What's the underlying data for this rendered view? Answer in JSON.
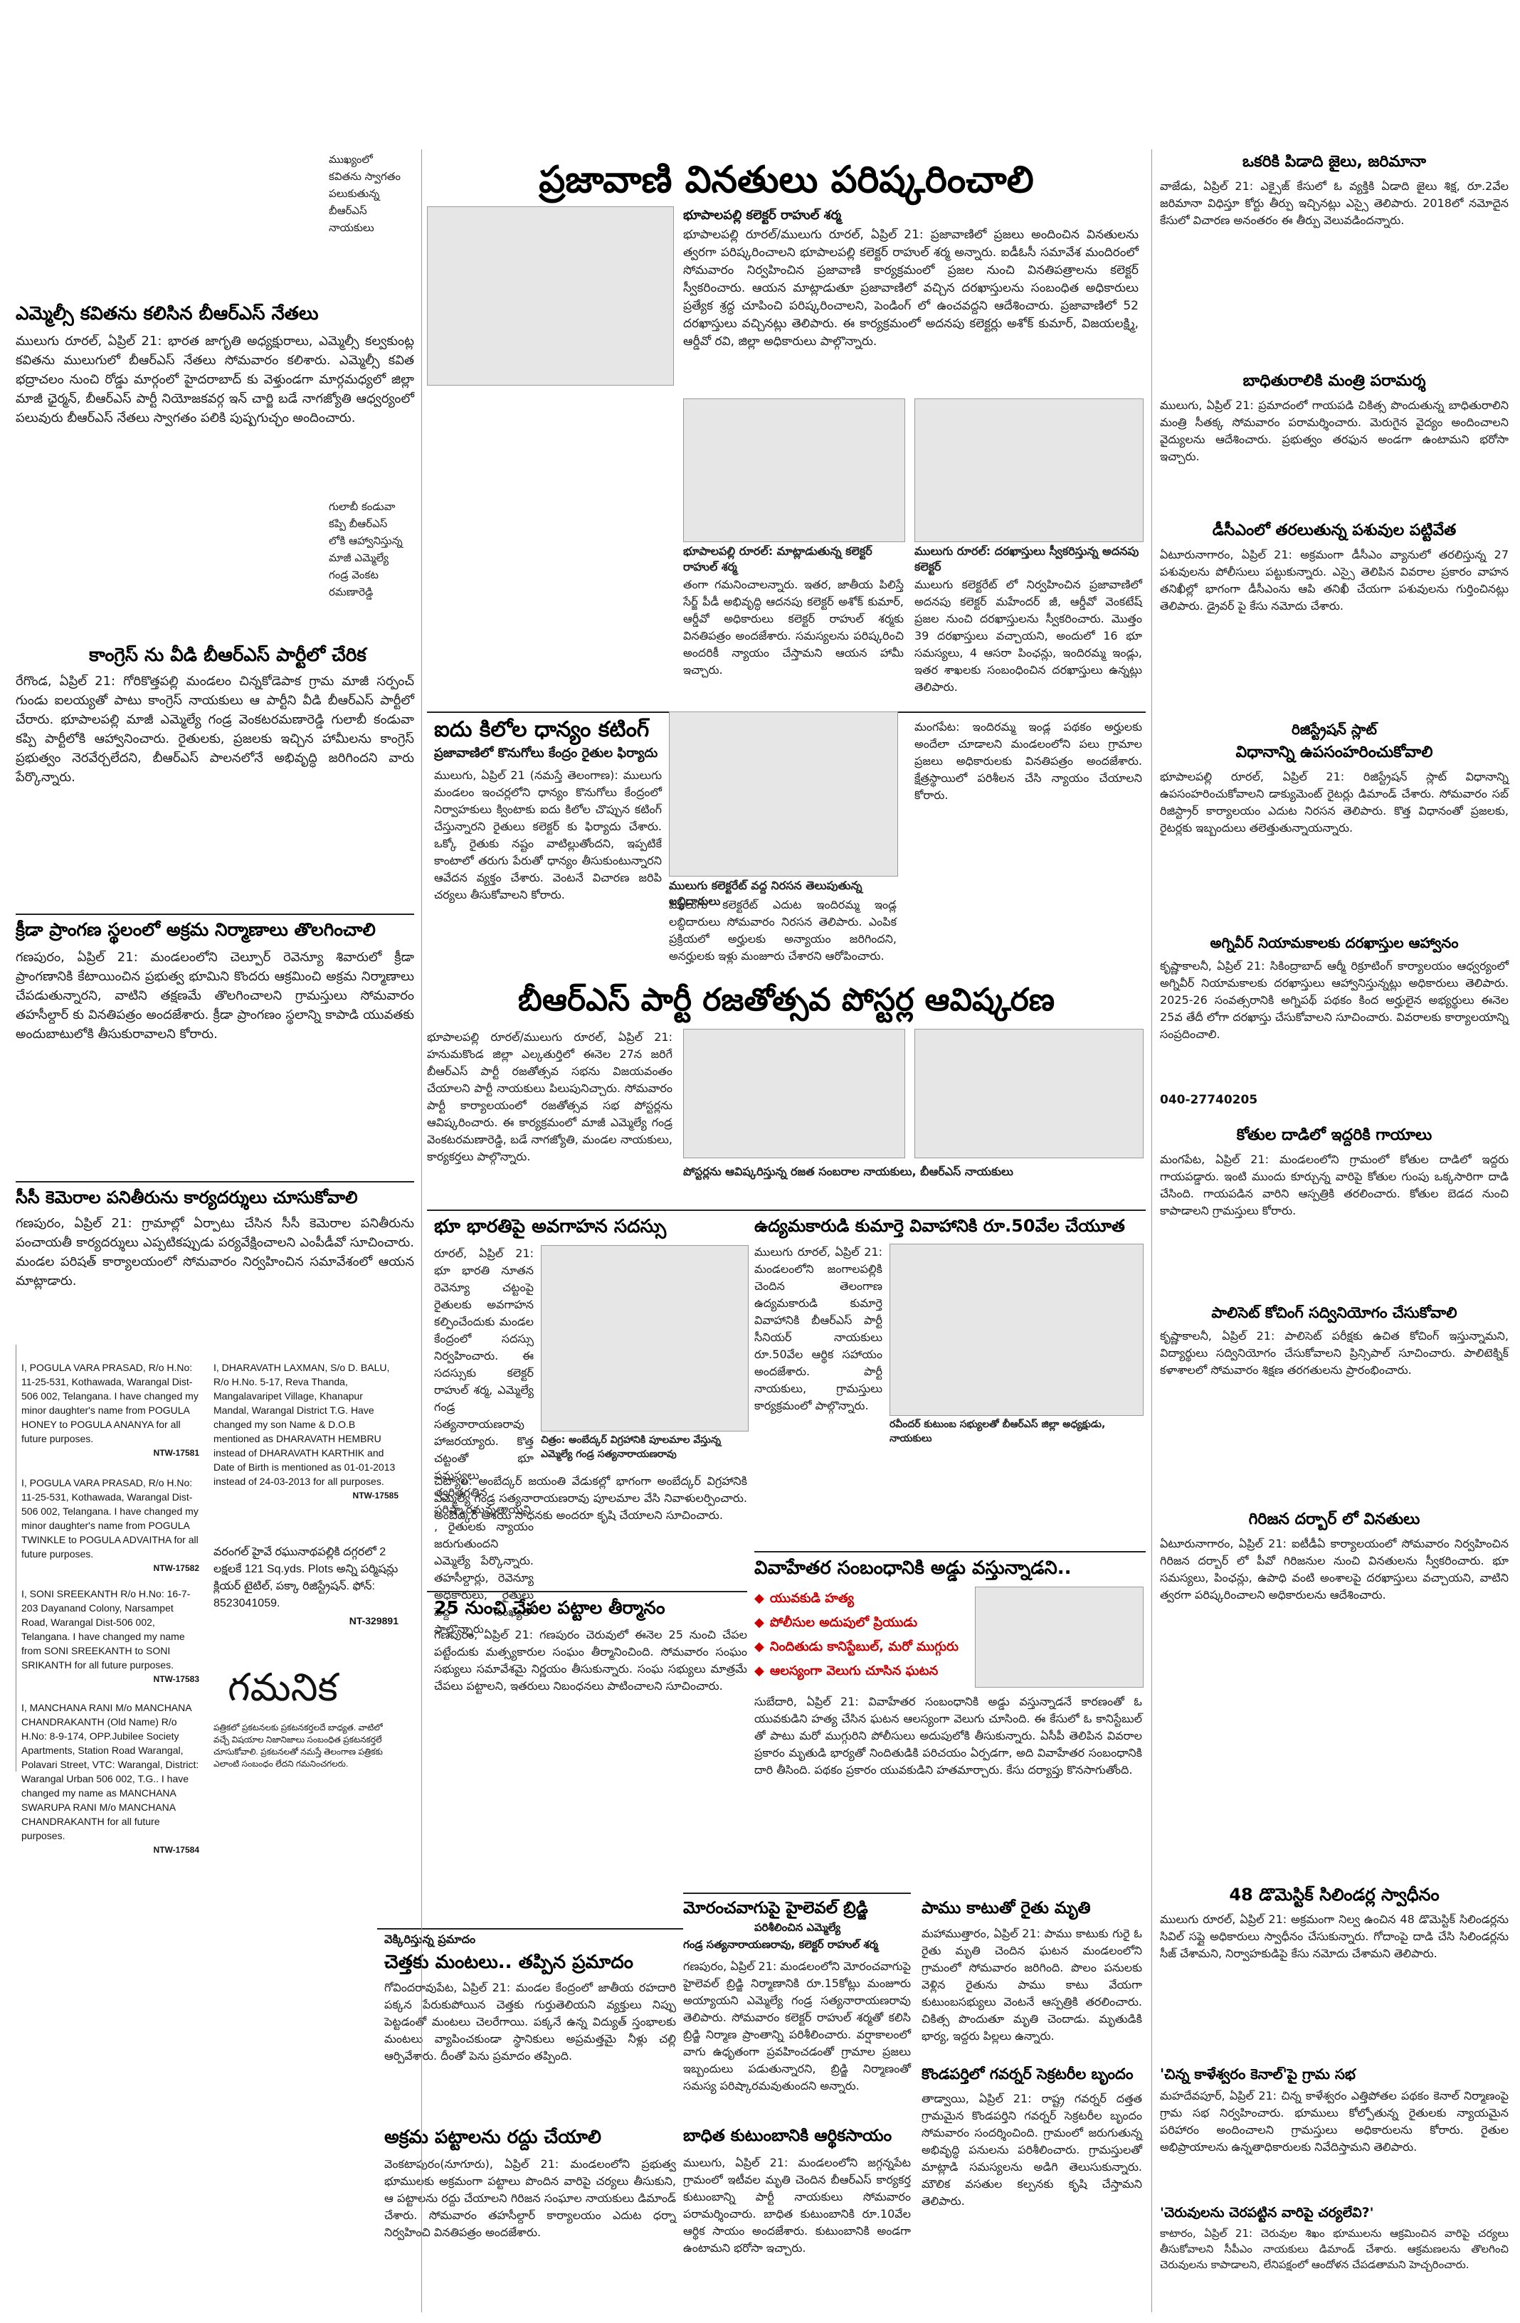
{
  "left_column": {
    "kavitha_note": "ముఖ్యంలో కవితను స్వాగతం పలుకుతున్న బీఆర్ఎస్ నాయకులు",
    "kavitha_headline": "ఎమ్మెల్సీ కవితను కలిసిన బీఆర్ఎస్ నేతలు",
    "kavitha_body": "ములుగు రూరల్, ఏప్రిల్ 21: భారత జాగృతి అధ్యక్షురాలు, ఎమ్మెల్సీ కల్వకుంట్ల కవితను ములుగులో బీఆర్ఎస్ నేతలు సోమవారం కలిశారు. ఎమ్మెల్సీ కవిత భద్రాచలం నుంచి రోడ్డు మార్గంలో హైదరాబాద్ కు వెళ్తుండగా మార్గమధ్యలో జిల్లా మాజీ ఛైర్మన్, బీఆర్ఎస్ పార్టీ నియోజకవర్గ ఇన్ చార్జి బడే నాగజ్యోతి ఆధ్వర్యంలో పలువురు బీఆర్ఎస్ నేతలు స్వాగతం పలికి పుష్పగుచ్ఛం అందించారు.",
    "gulabi_note": "గులాబీ కండువా కప్పి బీఆర్ఎస్ లోకి ఆహ్వానిస్తున్న మాజీ ఎమ్మెల్యే గండ్ర వెంకట రమణారెడ్డి",
    "congress_headline": "కాంగ్రెస్ ను వీడి బీఆర్ఎస్ పార్టీలో చేరిక",
    "congress_body": "రేగొండ, ఏప్రిల్ 21: గోరికొత్తపల్లి మండలం చిన్నకోడెపాక గ్రామ మాజీ సర్పంచ్ గుండు ఐలయ్యతో పాటు కాంగ్రెస్ నాయకులు ఆ పార్టీని వీడి బీఆర్ఎస్ పార్టీలో చేరారు. భూపాలపల్లి మాజీ ఎమ్మెల్యే గండ్ర వెంకటరమణారెడ్డి గులాబీ కండువా కప్పి పార్టీలోకి ఆహ్వానించారు. రైతులకు, ప్రజలకు ఇచ్చిన హామీలను కాంగ్రెస్ ప్రభుత్వం నెరవేర్చలేదని, బీఆర్ఎస్ పాలనలోనే అభివృద్ధి జరిగిందని వారు పేర్కొన్నారు.",
    "krida_headline": "క్రీడా ప్రాంగణ స్థలంలో అక్రమ నిర్మాణాలు తొలగించాలి",
    "krida_body": "గణపురం, ఏప్రిల్ 21: మండలంలోని చెల్పూర్ రెవెన్యూ శివారులో క్రీడా ప్రాంగణానికి కేటాయించిన ప్రభుత్వ భూమిని కొందరు ఆక్రమించి అక్రమ నిర్మాణాలు చేపడుతున్నారని, వాటిని తక్షణమే తొలగించాలని గ్రామస్తులు సోమవారం తహసీల్దార్ కు వినతిపత్రం అందజేశారు. క్రీడా ప్రాంగణం స్థలాన్ని కాపాడి యువతకు అందుబాటులోకి తీసుకురావాలని కోరారు.",
    "cctv_headline": "సీసీ కెమెరాల పనితీరును కార్యదర్శులు చూసుకోవాలి",
    "cctv_body": "గణపురం, ఏప్రిల్ 21: గ్రామాల్లో ఏర్పాటు చేసిన సీసీ కెమెరాల పనితీరును పంచాయతీ కార్యదర్శులు ఎప్పటికప్పుడు పర్యవేక్షించాలని ఎంపీడీవో సూచించారు. మండల పరిషత్ కార్యాలయంలో సోమవారం నిర్వహించిన సమావేశంలో ఆయన మాట్లాడారు."
  },
  "ads": [
    {
      "text": "I, POGULA VARA PRASAD, R/o H.No: 11-25-531, Kothawada, Warangal Dist-506 002, Telangana. I have changed my minor daughter's name from POGULA HONEY to POGULA ANANYA for all future purposes.",
      "tag": "NTW-17581"
    },
    {
      "text": "I, POGULA VARA PRASAD, R/o H.No: 11-25-531, Kothawada, Warangal Dist-506 002, Telangana. I have changed my minor daughter's name from POGULA TWINKLE to POGULA ADVAITHA for all future purposes.",
      "tag": "NTW-17582"
    },
    {
      "text": "I, SONI SREEKANTH R/o H.No: 16-7-203 Dayanand Colony, Narsampet Road, Warangal Dist-506 002, Telangana. I have changed my name from SONI SREEKANTH to SONI SRIKANTH for all future purposes.",
      "tag": "NTW-17583"
    },
    {
      "text": "I, MANCHANA RANI M/o MANCHANA CHANDRAKANTH (Old Name) R/o H.No: 8-9-174, OPP.Jubilee Society Apartments, Station Road Warangal, Polavari Street, VTC: Warangal, District: Warangal Urban 506 002, T.G.. I have changed my name as MANCHANA SWARUPA RANI M/o MANCHANA CHANDRAKANTH for all future purposes.",
      "tag": "NTW-17584"
    },
    {
      "text": "I, DHARAVATH LAXMAN, S/o D. BALU, R/o H.No. 5-17, Reva Thanda, Mangalavaripet Village, Khanapur Mandal, Warangal District T.G. Have changed my son Name & D.O.B mentioned as DHARAVATH HEMBRU instead of DHARAVATH KARTHIK and Date of Birth is mentioned as 01-01-2013 instead of 24-03-2013 for all purposes.",
      "tag": "NTW-17585"
    },
    {
      "text": "వరంగల్ హైవే రఘునాథపల్లికి దగ్గరలో 2 లక్షలకే 121 Sq.yds. Plots అన్ని పర్మిషన్లు క్లియర్ టైటిల్, పక్కా రిజిస్ట్రేషన్. ఫోన్: 8523041059.",
      "tag": "NT-329891"
    }
  ],
  "gamanika": {
    "title": "గమనిక",
    "body": "పత్రికలో ప్రకటనలకు ప్రకటనకర్తలదే బాధ్యత. వాటిలో వచ్చే విషయాల నిజానిజాలు సంబంధిత ప్రకటనకర్తలే చూసుకోవాలి. ప్రకటనలతో నమస్తే తెలంగాణ పత్రికకు ఎలాంటి సంబంధం లేదని గమనించగలరు."
  },
  "masthead": {
    "headline": "ప్రజావాణి వినతులు పరిష్కరించాలి",
    "byline": "భూపాలపల్లి కలెక్టర్ రాహుల్ శర్మ",
    "body": "భూపాలపల్లి రూరల్/ములుగు రూరల్, ఏప్రిల్ 21: ప్రజావాణిలో ప్రజలు అందించిన వినతులను త్వరగా పరిష్కరించాలని భూపాలపల్లి కలెక్టర్ రాహుల్ శర్మ అన్నారు. ఐడీఓసీ సమావేశ మందిరంలో సోమవారం నిర్వహించిన ప్రజావాణి కార్యక్రమంలో ప్రజల నుంచి వినతిపత్రాలను కలెక్టర్ స్వీకరించారు. ఆయన మాట్లాడుతూ ప్రజావాణిలో వచ్చిన దరఖాస్తులను సంబంధిత అధికారులు ప్రత్యేక శ్రద్ధ చూపించి పరిష్కరించాలని, పెండింగ్ లో ఉంచవద్దని ఆదేశించారు. ప్రజావాణిలో 52 దరఖాస్తులు వచ్చినట్లు తెలిపారు. ఈ కార్యక్రమంలో అదనపు కలెక్టర్లు అశోక్ కుమార్, విజయలక్ష్మి, ఆర్డీవో రవి, జిల్లా అధికారులు పాల్గొన్నారు.",
    "photo1_cap": "భూపాలపల్లి రూరల్: మాట్లాడుతున్న కలెక్టర్ రాహుల్ శర్మ",
    "photo1_body": "తంగా గమనించాలన్నారు. ఇతర, జాతీయ పిలిస్తే సేర్జ్ పీడీ అభివృద్ధి ఆదనపు కలెక్టర్ అశోక్ కుమార్, ఆర్డీవో అధికారులు కలెక్టర్ రాహుల్ శర్మకు వినతిపత్రం అందజేశారు. సమస్యలను పరిష్కరించి అందరికీ న్యాయం చేస్తామని ఆయన హామీ ఇచ్చారు.",
    "photo2_cap": "ములుగు రూరల్: దరఖాస్తులు స్వీకరిస్తున్న అదనపు కలెక్టర్",
    "photo2_body": "ములుగు కలెక్టరేట్ లో నిర్వహించిన ప్రజావాణిలో అదనపు కలెక్టర్ మహేందర్ జీ, ఆర్డీవో వెంకటేష్ ప్రజల నుంచి దరఖాస్తులను స్వీకరించారు. మొత్తం 39 దరఖాస్తులు వచ్చాయని, అందులో 16 భూ సమస్యలు, 4 ఆసరా పింఛన్లు, ఇందిరమ్మ ఇండ్లు, ఇతర శాఖలకు సంబంధించిన దరఖాస్తులు ఉన్నట్లు తెలిపారు."
  },
  "grain": {
    "headline": "ఐదు కిలోల ధాన్యం కటింగ్",
    "subhead": "ప్రజావాణిలో కొనుగోలు కేంద్రం రైతుల ఫిర్యాదు",
    "body": "ములుగు, ఏప్రిల్ 21 (నమస్తే తెలంగాణ): ములుగు మండలం ఇంచర్లలోని ధాన్యం కొనుగోలు కేంద్రంలో నిర్వాహకులు క్వింటాకు ఐదు కిలోల చొప్పున కటింగ్ చేస్తున్నారని రైతులు కలెక్టర్ కు ఫిర్యాదు చేశారు. ఒక్కో రైతుకు నష్టం వాటిల్లుతోందని, ఇప్పటికే కాంటాలో తరుగు పేరుతో ధాన్యం తీసుకుంటున్నారని ఆవేదన వ్యక్తం చేశారు. వెంటనే విచారణ జరిపి చర్యలు తీసుకోవాలని కోరారు.",
    "photo_cap": "ములుగు కలెక్టరేట్ వద్ద నిరసన తెలుపుతున్న లబ్ధిదారులు",
    "photo_body": "ములుగు కలెక్టరేట్ ఎదుట ఇందిరమ్మ ఇండ్ల లబ్ధిదారులు సోమవారం నిరసన తెలిపారు. ఎంపిక ప్రక్రియలో అర్హులకు అన్యాయం జరిగిందని, అనర్హులకు ఇళ్లు మంజూరు చేశారని ఆరోపించారు.",
    "indiramma_body": "మంగపేట: ఇందిరమ్మ ఇండ్ల పథకం అర్హులకు అందేలా చూడాలని మండలంలోని పలు గ్రామాల ప్రజలు అధికారులకు వినతిపత్రం అందజేశారు. క్షేత్రస్థాయిలో పరిశీలన చేసి న్యాయం చేయాలని కోరారు."
  },
  "poster": {
    "headline": "బీఆర్ఎస్ పార్టీ రజతోత్సవ పోస్టర్ల ఆవిష్కరణ",
    "body": "భూపాలపల్లి రూరల్/ములుగు రూరల్, ఏప్రిల్ 21: హనుమకొండ జిల్లా ఎల్కతుర్తిలో ఈనెల 27న జరిగే బీఆర్ఎస్ పార్టీ రజతోత్సవ సభను విజయవంతం చేయాలని పార్టీ నాయకులు పిలుపునిచ్చారు. సోమవారం పార్టీ కార్యాలయంలో రజతోత్సవ సభ పోస్టర్లను ఆవిష్కరించారు. ఈ కార్యక్రమంలో మాజీ ఎమ్మెల్యే గండ్ర వెంకటరమణారెడ్డి, బడే నాగజ్యోతి, మండల నాయకులు, కార్యకర్తలు పాల్గొన్నారు.",
    "photo_cap": "పోస్టర్లను ఆవిష్కరిస్తున్న రజత సంబరాల నాయకులు, బీఆర్ఎస్ నాయకులు"
  },
  "bhu_bharati": {
    "headline": "భూ భారతిపై అవగాహన సదస్సు",
    "photo_cap": "చిత్రం: అంబేద్కర్ విగ్రహానికి పూలమాల వేస్తున్న ఎమ్మెల్యే గండ్ర సత్యనారాయణరావు",
    "body": "రూరల్, ఏప్రిల్ 21: భూ భారతి నూతన రెవెన్యూ చట్టంపై రైతులకు అవగాహన కల్పించేందుకు మండల కేంద్రంలో సదస్సు నిర్వహించారు. ఈ సదస్సుకు కలెక్టర్ రాహుల్ శర్మ, ఎమ్మెల్యే గండ్ర సత్యనారాయణరావు హాజరయ్యారు. కొత్త చట్టంతో భూ సమస్యలు త్వరితగతిన పరిష్కారమవుతాయని, రైతులకు న్యాయం జరుగుతుందని ఎమ్మెల్యే పేర్కొన్నారు. తహసీల్దార్లు, రెవెన్యూ అధికారులు, రైతులు పెద్ద సంఖ్యలో పాల్గొన్నారు.",
    "ambedkar_body": "చిట్యాల: అంబేద్కర్ జయంతి వేడుకల్లో భాగంగా అంబేద్కర్ విగ్రహానికి ఎమ్మెల్యే గండ్ర సత్యనారాయణరావు పూలమాల వేసి నివాళులర్పించారు. అంబేద్కర్ ఆశయ సాధనకు అందరూ కృషి చేయాలని సూచించారు."
  },
  "wedding_aid": {
    "headline": "ఉద్యమకారుడి కుమార్తె వివాహానికి రూ.50వేల చేయూత",
    "body": "ములుగు రూరల్, ఏప్రిల్ 21: మండలంలోని జంగాలపల్లికి చెందిన తెలంగాణ ఉద్యమకారుడి కుమార్తె వివాహానికి బీఆర్ఎస్ పార్టీ సీనియర్ నాయకులు రూ.50వేల ఆర్థిక సహాయం అందజేశారు. పార్టీ నాయకులు, గ్రామస్తులు కార్యక్రమంలో పాల్గొన్నారు.",
    "photo_cap": "రవీందర్ కుటుంబ సభ్యులతో బీఆర్ఎస్ జిల్లా అధ్యక్షుడు, నాయకులు"
  },
  "affair": {
    "headline": "వివాహేతర సంబంధానికి అడ్డు వస్తున్నాడని..",
    "bullets": [
      "యువకుడి హత్య",
      "పోలీసుల అదుపులో ప్రియుడు",
      "నిందితుడు కానిస్టేబుల్, మరో ముగ్గురు",
      "ఆలస్యంగా వెలుగు చూసిన ఘటన"
    ],
    "body": "సుబేదారి, ఏప్రిల్ 21: వివాహేతర సంబంధానికి అడ్డు వస్తున్నాడనే కారణంతో ఓ యువకుడిని హత్య చేసిన ఘటన ఆలస్యంగా వెలుగు చూసింది. ఈ కేసులో ఓ కానిస్టేబుల్ తో పాటు మరో ముగ్గురిని పోలీసులు అదుపులోకి తీసుకున్నారు. ఏసీపీ తెలిపిన వివరాల ప్రకారం మృతుడి భార్యతో నిందితుడికి పరిచయం ఏర్పడగా, అది వివాహేతర సంబంధానికి దారి తీసింది. పథకం ప్రకారం యువకుడిని హతమార్చారు. కేసు దర్యాప్తు కొనసాగుతోంది."
  },
  "time_slots": {
    "headline": "25 నుంచి చేపల పట్టాల తీర్మానం",
    "body": "గణపురం, ఏప్రిల్ 21: గణపురం చెరువులో ఈనెల 25 నుంచి చేపల పట్టేందుకు మత్స్యకారుల సంఘం తీర్మానించింది. సోమవారం సంఘం సభ్యులు సమావేశమై నిర్ణయం తీసుకున్నారు. సంఘ సభ్యులు మాత్రమే చేపలు పట్టాలని, ఇతరులు నిబంధనలు పాటించాలని సూచించారు."
  },
  "chetrala": {
    "kicker": "వెక్కిరిస్తున్న ప్రమాదం",
    "headline": "చెత్తకు మంటలు.. తప్పిన ప్రమాదం",
    "body": "గోవిందరావుపేట, ఏప్రిల్ 21: మండల కేంద్రంలో జాతీయ రహదారి పక్కన పేరుకుపోయిన చెత్తకు గుర్తుతెలియని వ్యక్తులు నిప్పు పెట్టడంతో మంటలు చెలరేగాయి. పక్కనే ఉన్న విద్యుత్ స్తంభాలకు మంటలు వ్యాపించకుండా స్థానికులు అప్రమత్తమై నీళ్లు చల్లి ఆర్పివేశారు. దీంతో పెను ప్రమాదం తప్పింది."
  },
  "akrama": {
    "headline": "అక్రమ పట్టాలను రద్దు చేయాలి",
    "body": "వెంకటాపురం(నూగూరు), ఏప్రిల్ 21: మండలంలోని ప్రభుత్వ భూములకు అక్రమంగా పట్టాలు పొందిన వారిపై చర్యలు తీసుకుని, ఆ పట్టాలను రద్దు చేయాలని గిరిజన సంఘాల నాయకులు డిమాండ్ చేశారు. సోమవారం తహసీల్దార్ కార్యాలయం ఎదుట ధర్నా నిర్వహించి వినతిపత్రం అందజేశారు."
  },
  "bridge": {
    "headline": "మోరంచవాగుపై హైలెవల్ బ్రిడ్జి",
    "byline": "పరిశీలించిన ఎమ్మెల్యే",
    "subbyline": "గండ్ర సత్యనారాయణరావు, కలెక్టర్ రాహుల్ శర్మ",
    "body": "గణపురం, ఏప్రిల్ 21: మండలంలోని మోరంచవాగుపై హైలెవల్ బ్రిడ్జి నిర్మాణానికి రూ.15కోట్లు మంజూరు అయ్యాయని ఎమ్మెల్యే గండ్ర సత్యనారాయణరావు తెలిపారు. సోమవారం కలెక్టర్ రాహుల్ శర్మతో కలిసి బ్రిడ్జి నిర్మాణ ప్రాంతాన్ని పరిశీలించారు. వర్షాకాలంలో వాగు ఉధృతంగా ప్రవహించడంతో గ్రామాల ప్రజలు ఇబ్బందులు పడుతున్నారని, బ్రిడ్జి నిర్మాణంతో సమస్య పరిష్కారమవుతుందని అన్నారు."
  },
  "badhita": {
    "headline": "బాధిత కుటుంబానికి ఆర్థికసాయం",
    "body": "ములుగు, ఏప్రిల్ 21: మండలంలోని జగ్గన్నపేట గ్రామంలో ఇటీవల మృతి చెందిన బీఆర్ఎస్ కార్యకర్త కుటుంబాన్ని పార్టీ నాయకులు సోమవారం పరామర్శించారు. బాధిత కుటుంబానికి రూ.10వేల ఆర్థిక సాయం అందజేశారు. కుటుంబానికి అండగా ఉంటామని భరోసా ఇచ్చారు."
  },
  "snake": {
    "headline": "పాము కాటుతో రైతు మృతి",
    "body": "మహాముత్తారం, ఏప్రిల్ 21: పాము కాటుకు గురై ఓ రైతు మృతి చెందిన ఘటన మండలంలోని గ్రామంలో సోమవారం జరిగింది. పొలం పనులకు వెళ్లిన రైతును పాము కాటు వేయగా కుటుంబసభ్యులు వెంటనే ఆస్పత్రికి తరలించారు. చికిత్స పొందుతూ మృతి చెందాడు. మృతుడికి భార్య, ఇద్దరు పిల్లలు ఉన్నారు."
  },
  "governor": {
    "headline": "కొండపర్తిలో గవర్నర్ సెక్రటరీల బృందం",
    "body": "తాడ్వాయి, ఏప్రిల్ 21: రాష్ట్ర గవర్నర్ దత్తత గ్రామమైన కొండపర్తిని గవర్నర్ సెక్రటరీల బృందం సోమవారం సందర్శించింది. గ్రామంలో జరుగుతున్న అభివృద్ధి పనులను పరిశీలించారు. గ్రామస్తులతో మాట్లాడి సమస్యలను అడిగి తెలుసుకున్నారు. మౌలిక వసతుల కల్పనకు కృషి చేస్తామని తెలిపారు."
  },
  "right_column": {
    "jail_headline": "ఒకరికి పిడాది జైలు, జరిమానా",
    "jail_body": "వాజేడు, ఏప్రిల్ 21: ఎక్సైజ్ కేసులో ఓ వ్యక్తికి ఏడాది జైలు శిక్ష, రూ.2వేల జరిమానా విధిస్తూ కోర్టు తీర్పు ఇచ్చినట్లు ఎస్సై తెలిపారు. 2018లో నమోదైన కేసులో విచారణ అనంతరం ఈ తీర్పు వెలువడిందన్నారు.",
    "minister_headline": "బాధితురాలికి మంత్రి పరామర్శ",
    "minister_body": "ములుగు, ఏప్రిల్ 21: ప్రమాదంలో గాయపడి చికిత్స పొందుతున్న బాధితురాలిని మంత్రి సీతక్క సోమవారం పరామర్శించారు. మెరుగైన వైద్యం అందించాలని వైద్యులను ఆదేశించారు. ప్రభుత్వం తరఫున అండగా ఉంటామని భరోసా ఇచ్చారు.",
    "dcm_headline": "డీసీఎంలో తరలుతున్న పశువుల పట్టివేత",
    "dcm_body": "ఏటూరునాగారం, ఏప్రిల్ 21: అక్రమంగా డీసీఎం వ్యానులో తరలిస్తున్న 27 పశువులను పోలీసులు పట్టుకున్నారు. ఎస్సై తెలిపిన వివరాల ప్రకారం వాహన తనిఖీల్లో భాగంగా డీసీఎంను ఆపి తనిఖీ చేయగా పశువులను గుర్తించినట్లు తెలిపారు. డ్రైవర్ పై కేసు నమోదు చేశారు.",
    "reg_kicker": "రిజిస్ట్రేషన్ స్లాట్",
    "reg_headline": "విధానాన్ని ఉపసంహరించుకోవాలి",
    "reg_body": "భూపాలపల్లి రూరల్, ఏప్రిల్ 21: రిజిస్ట్రేషన్ స్లాట్ విధానాన్ని ఉపసంహరించుకోవాలని డాక్యుమెంట్ రైటర్లు డిమాండ్ చేశారు. సోమవారం సబ్ రిజిస్ట్రార్ కార్యాలయం ఎదుట నిరసన తెలిపారు. కొత్త విధానంతో ప్రజలకు, రైటర్లకు ఇబ్బందులు తలెత్తుతున్నాయన్నారు.",
    "agniveer_headline": "అగ్నివీర్ నియామకాలకు దరఖాస్తుల ఆహ్వానం",
    "agniveer_body": "కృష్ణాకాలనీ, ఏప్రిల్ 21: సికింద్రాబాద్ ఆర్మీ రిక్రూటింగ్ కార్యాలయం ఆధ్వర్యంలో అగ్నివీర్ నియామకాలకు దరఖాస్తులు ఆహ్వానిస్తున్నట్లు అధికారులు తెలిపారు. 2025-26 సంవత్సరానికి అగ్నిపథ్ పథకం కింద అర్హులైన అభ్యర్థులు ఈనెల 25వ తేదీ లోగా దరఖాస్తు చేసుకోవాలని సూచించారు. వివరాలకు కార్యాలయాన్ని సంప్రదించాలి.",
    "agniveer_phone": "040-27740205",
    "kodi_headline": "కోతుల దాడిలో ఇద్దరికి గాయాలు",
    "kodi_body": "మంగపేట, ఏప్రిల్ 21: మండలంలోని గ్రామంలో కోతుల దాడిలో ఇద్దరు గాయపడ్డారు. ఇంటి ముందు కూర్చున్న వారిపై కోతుల గుంపు ఒక్కసారిగా దాడి చేసింది. గాయపడిన వారిని ఆస్పత్రికి తరలించారు. కోతుల బెడద నుంచి కాపాడాలని గ్రామస్తులు కోరారు.",
    "police_headline": "పాలిసెట్ కోచింగ్ సద్వినియోగం చేసుకోవాలి",
    "police_body": "కృష్ణాకాలనీ, ఏప్రిల్ 21: పాలిసెట్ పరీక్షకు ఉచిత కోచింగ్ ఇస్తున్నామని, విద్యార్థులు సద్వినియోగం చేసుకోవాలని ప్రిన్సిపాల్ సూచించారు. పాలిటెక్నిక్ కళాశాలలో సోమవారం శిక్షణ తరగతులను ప్రారంభించారు.",
    "girijana_headline": "గిరిజన దర్బార్ లో వినతులు",
    "girijana_body": "ఏటూరునాగారం, ఏప్రిల్ 21: ఐటీడీఏ కార్యాలయంలో సోమవారం నిర్వహించిన గిరిజన దర్బార్ లో పీవో గిరిజనుల నుంచి వినతులను స్వీకరించారు. భూ సమస్యలు, పింఛన్లు, ఉపాధి వంటి అంశాలపై దరఖాస్తులు వచ్చాయని, వాటిని త్వరగా పరిష్కరించాలని అధికారులను ఆదేశించారు.",
    "dome_headline": "48 డొమెస్టిక్ సిలిండర్ల స్వాధీనం",
    "dome_body": "ములుగు రూరల్, ఏప్రిల్ 21: అక్రమంగా నిల్వ ఉంచిన 48 డొమెస్టిక్ సిలిండర్లను సివిల్ సప్లై అధికారులు స్వాధీనం చేసుకున్నారు. గోదాంపై దాడి చేసి సిలిండర్లను సీజ్ చేశామని, నిర్వాహకుడిపై కేసు నమోదు చేశామని తెలిపారు.",
    "canal_headline": "'చిన్న కాళేశ్వరం కెనాల్'పై గ్రామ సభ",
    "canal_body": "మహదేవపూర్, ఏప్రిల్ 21: చిన్న కాళేశ్వరం ఎత్తిపోతల పథకం కెనాల్ నిర్మాణంపై గ్రామ సభ నిర్వహించారు. భూములు కోల్పోతున్న రైతులకు న్యాయమైన పరిహారం అందించాలని గ్రామస్తులు అధికారులను కోరారు. రైతుల అభిప్రాయాలను ఉన్నతాధికారులకు నివేదిస్తామని తెలిపారు.",
    "lake_headline": "'చెరువులను చెరపట్టిన వారిపై చర్యలేవి?'",
    "lake_body": "కాటారం, ఏప్రిల్ 21: చెరువుల శిఖం భూములను ఆక్రమించిన వారిపై చర్యలు తీసుకోవాలని సీపీఎం నాయకులు డిమాండ్ చేశారు. ఆక్రమణలను తొలగించి చెరువులను కాపాడాలని, లేనిపక్షంలో ఆందోళన చేపడతామని హెచ్చరించారు."
  }
}
